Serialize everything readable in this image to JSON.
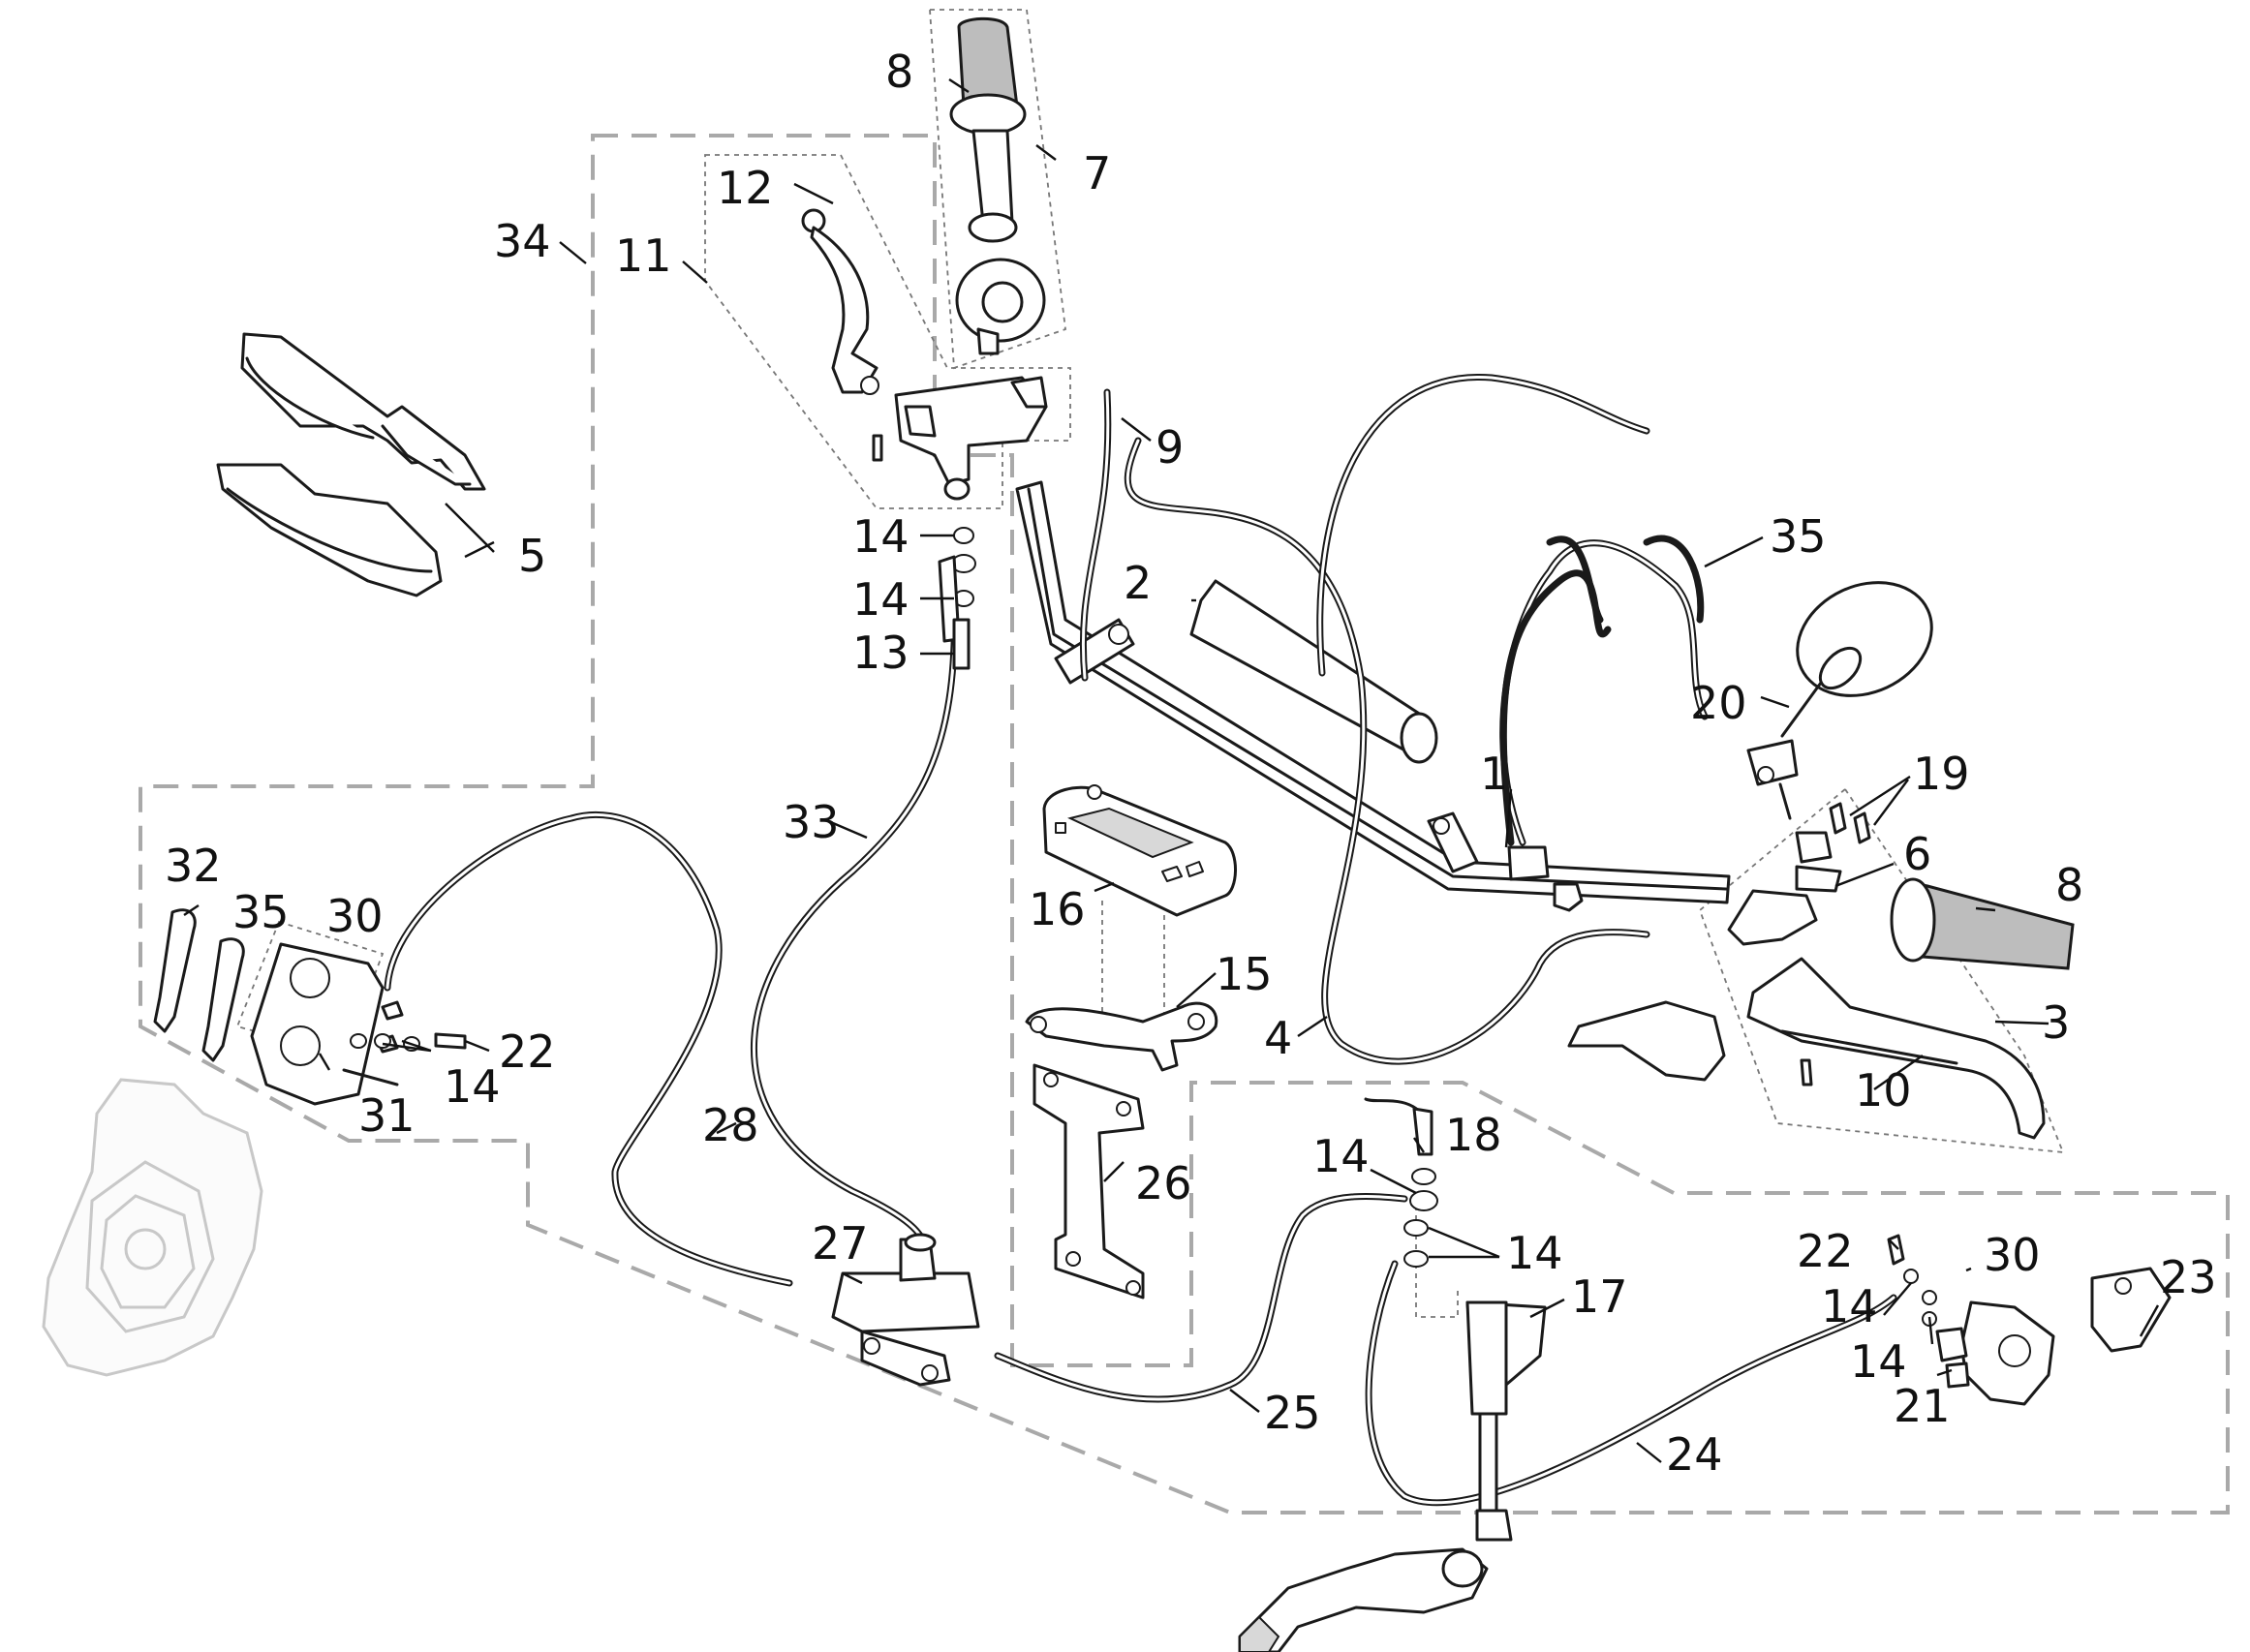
{
  "diagram": {
    "labels": [
      {
        "id": "l1",
        "text": "1"
      },
      {
        "id": "l2",
        "text": "2"
      },
      {
        "id": "l3",
        "text": "3"
      },
      {
        "id": "l4",
        "text": "4"
      },
      {
        "id": "l5",
        "text": "5"
      },
      {
        "id": "l6",
        "text": "6"
      },
      {
        "id": "l7",
        "text": "7"
      },
      {
        "id": "l8a",
        "text": "8"
      },
      {
        "id": "l8b",
        "text": "8"
      },
      {
        "id": "l9",
        "text": "9"
      },
      {
        "id": "l10",
        "text": "10"
      },
      {
        "id": "l11",
        "text": "11"
      },
      {
        "id": "l12",
        "text": "12"
      },
      {
        "id": "l13",
        "text": "13"
      },
      {
        "id": "l14a",
        "text": "14"
      },
      {
        "id": "l14b",
        "text": "14"
      },
      {
        "id": "l14c",
        "text": "14"
      },
      {
        "id": "l14d",
        "text": "14"
      },
      {
        "id": "l14e",
        "text": "14"
      },
      {
        "id": "l14f",
        "text": "14"
      },
      {
        "id": "l14g",
        "text": "14"
      },
      {
        "id": "l15",
        "text": "15"
      },
      {
        "id": "l16",
        "text": "16"
      },
      {
        "id": "l17",
        "text": "17"
      },
      {
        "id": "l18",
        "text": "18"
      },
      {
        "id": "l19",
        "text": "19"
      },
      {
        "id": "l20",
        "text": "20"
      },
      {
        "id": "l21",
        "text": "21"
      },
      {
        "id": "l22a",
        "text": "22"
      },
      {
        "id": "l22b",
        "text": "22"
      },
      {
        "id": "l23",
        "text": "23"
      },
      {
        "id": "l24",
        "text": "24"
      },
      {
        "id": "l25",
        "text": "25"
      },
      {
        "id": "l26",
        "text": "26"
      },
      {
        "id": "l27",
        "text": "27"
      },
      {
        "id": "l28",
        "text": "28"
      },
      {
        "id": "l30a",
        "text": "30"
      },
      {
        "id": "l30b",
        "text": "30"
      },
      {
        "id": "l31",
        "text": "31"
      },
      {
        "id": "l32",
        "text": "32"
      },
      {
        "id": "l33",
        "text": "33"
      },
      {
        "id": "l34",
        "text": "34"
      },
      {
        "id": "l35a",
        "text": "35"
      },
      {
        "id": "l35b",
        "text": "35"
      }
    ]
  }
}
